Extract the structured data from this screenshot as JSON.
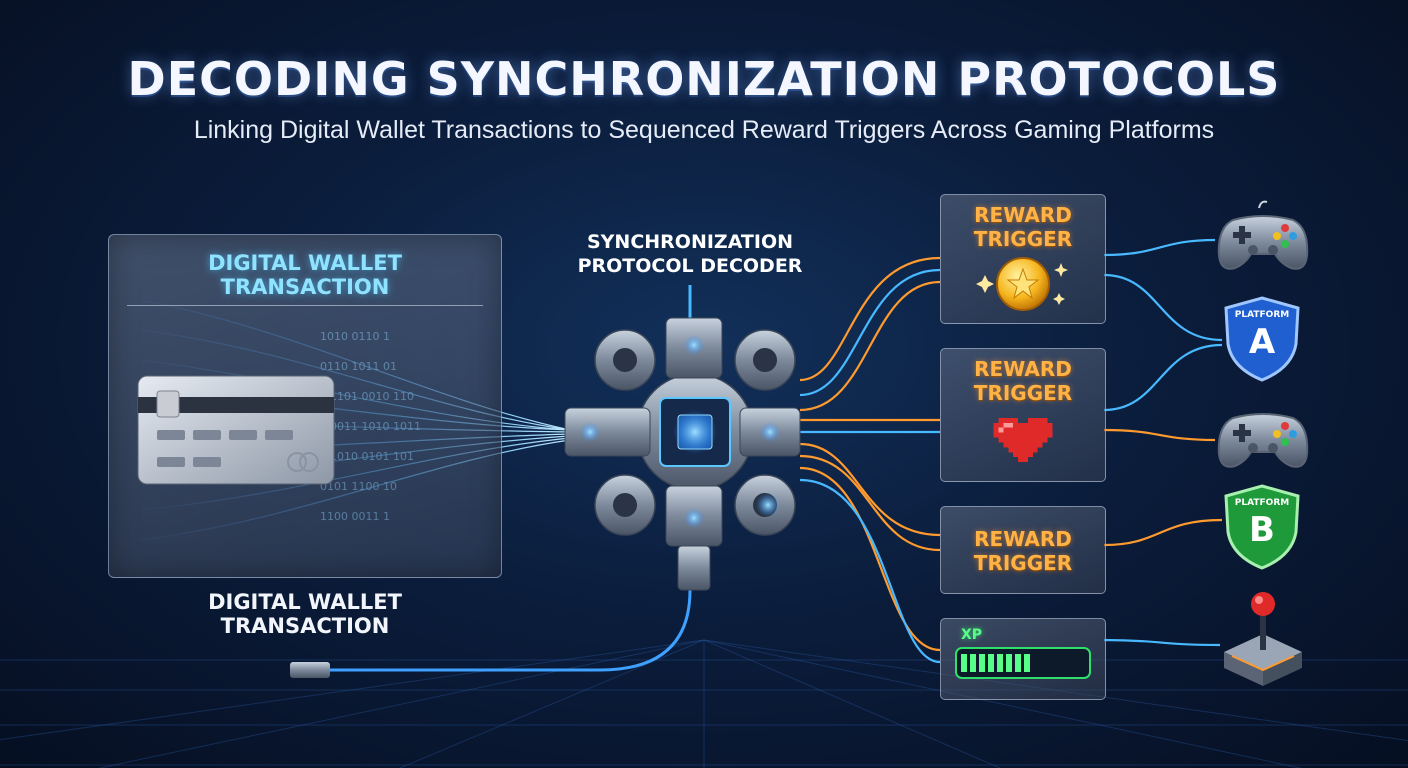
{
  "title": "DECODING SYNCHRONIZATION PROTOCOLS",
  "subtitle": "Linking Digital Wallet Transactions to Sequenced Reward Triggers Across Gaming Platforms",
  "wallet": {
    "panel_heading_line1": "DIGITAL WALLET",
    "panel_heading_line2": "TRANSACTION",
    "caption_line1": "DIGITAL WALLET",
    "caption_line2": "TRANSACTION"
  },
  "decoder": {
    "label_line1": "SYNCHRONIZATION",
    "label_line2": "PROTOCOL DECODER"
  },
  "rewards": [
    {
      "line1": "REWARD",
      "line2": "TRIGGER",
      "icon": "gold-coin-icon"
    },
    {
      "line1": "REWARD",
      "line2": "TRIGGER",
      "icon": "pixel-heart-icon"
    },
    {
      "line1": "REWARD",
      "line2": "TRIGGER",
      "icon": ""
    },
    {
      "xp_label": "XP",
      "icon": "xp-bar-icon",
      "fill_fraction": 0.6
    }
  ],
  "platforms": [
    {
      "icon": "gamepad-icon"
    },
    {
      "icon": "shield-icon",
      "top_text": "PLATFORM",
      "letter": "A",
      "color": "#1f5fd0"
    },
    {
      "icon": "gamepad-icon"
    },
    {
      "icon": "shield-icon",
      "top_text": "PLATFORM",
      "letter": "B",
      "color": "#1f9a3a"
    },
    {
      "icon": "joystick-icon"
    }
  ],
  "colors": {
    "background": "#0b1d3c",
    "data_stream": "#4fb6ff",
    "orange_line": "#ff9a2e",
    "blue_line": "#48b8ff",
    "reward_text": "#ffb347",
    "xp_green": "#57ff8a"
  }
}
